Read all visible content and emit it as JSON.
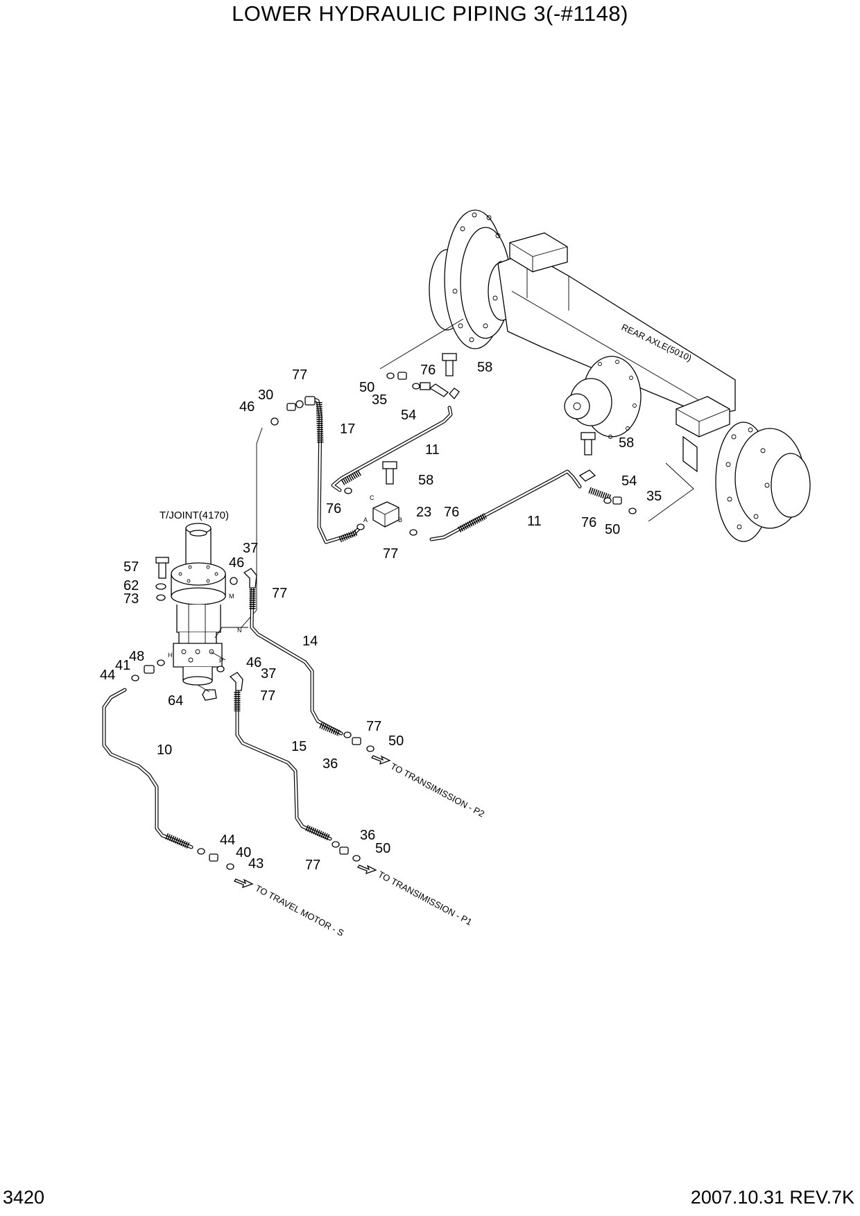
{
  "header": {
    "title": "LOWER HYDRAULIC PIPING 3(-#1148)"
  },
  "footer": {
    "page_number": "3420",
    "revision": "2007.10.31  REV.7K"
  },
  "assemblies": {
    "rear_axle": "REAR AXLE(5010)",
    "turning_joint": "T/JOINT(4170)"
  },
  "destinations": {
    "transmission_p2": "TO TRANSIMISSION - P2",
    "transmission_p1": "TO TRANSIMISSION - P1",
    "travel_motor_s": "TO TRAVEL MOTOR - S"
  },
  "port_letters": {
    "a": "A",
    "b": "B",
    "c": "C",
    "m": "M",
    "n": "N",
    "h": "H",
    "p": "P"
  },
  "part_callouts": [
    "77",
    "30",
    "46",
    "17",
    "50",
    "35",
    "76",
    "58",
    "54",
    "11",
    "58",
    "54",
    "35",
    "76",
    "50",
    "11",
    "58",
    "23",
    "76",
    "76",
    "77",
    "37",
    "46",
    "77",
    "57",
    "62",
    "73",
    "14",
    "48",
    "41",
    "44",
    "46",
    "37",
    "77",
    "64",
    "10",
    "15",
    "77",
    "36",
    "50",
    "36",
    "50",
    "77",
    "44",
    "40",
    "43"
  ]
}
